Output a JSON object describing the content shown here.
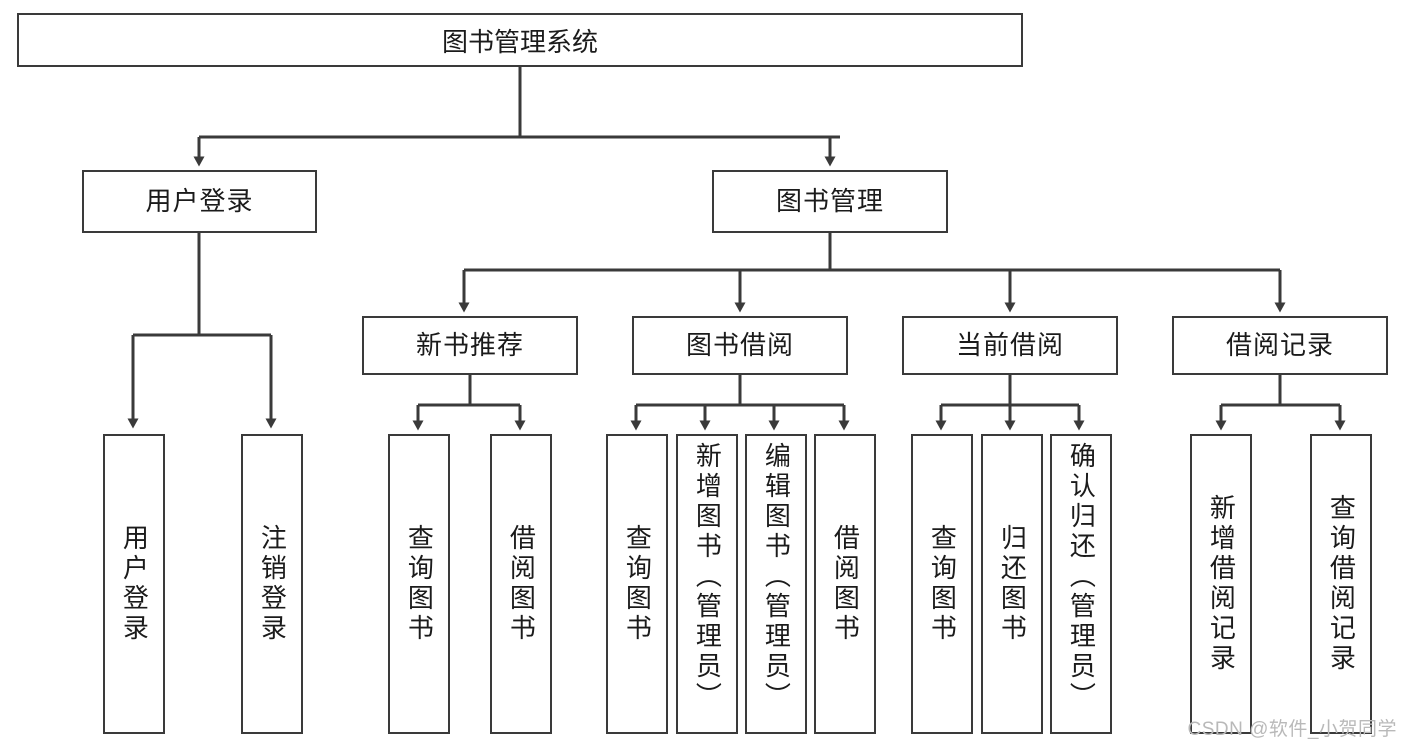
{
  "diagram": {
    "title": "图书管理系统",
    "type": "tree",
    "watermark": "CSDN @软件_小贺同学",
    "colors": {
      "box_border": "#3a3a3a",
      "box_fill": "#ffffff",
      "edge": "#3a3a3a",
      "text": "#1b1b1b",
      "watermark": "#b9b9b9"
    }
  },
  "nodes": {
    "root": {
      "label": "图书管理系统"
    },
    "level1": [
      {
        "label": "用户登录"
      },
      {
        "label": "图书管理"
      }
    ],
    "level2": [
      {
        "label": "新书推荐"
      },
      {
        "label": "图书借阅"
      },
      {
        "label": "当前借阅"
      },
      {
        "label": "借阅记录"
      }
    ],
    "leaves_user_login": [
      {
        "label": "用户登录"
      },
      {
        "label": "注销登录"
      }
    ],
    "leaves_new_book": [
      {
        "label": "查询图书"
      },
      {
        "label": "借阅图书"
      }
    ],
    "leaves_borrow": [
      {
        "label": "查询图书"
      },
      {
        "label": "新增图书（管理员）"
      },
      {
        "label": "编辑图书（管理员）"
      },
      {
        "label": "借阅图书"
      }
    ],
    "leaves_current": [
      {
        "label": "查询图书"
      },
      {
        "label": "归还图书"
      },
      {
        "label": "确认归还（管理员）"
      }
    ],
    "leaves_records": [
      {
        "label": "新增借阅记录"
      },
      {
        "label": "查询借阅记录"
      }
    ]
  }
}
